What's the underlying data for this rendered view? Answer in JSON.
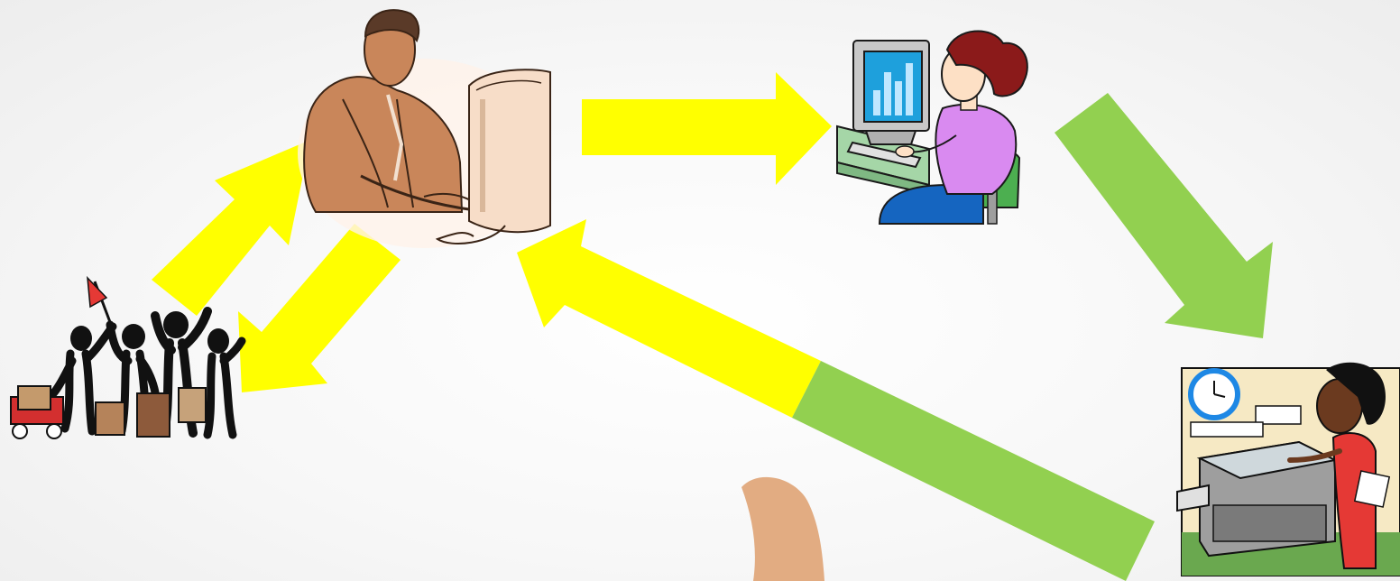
{
  "diagram": {
    "colors": {
      "yellow_arrow": "#FFFF00",
      "green_arrow": "#92D050",
      "skin_tan": "#E2AC82"
    },
    "nodes": [
      {
        "id": "group-of-workers",
        "icon": "people-with-luggage-icon"
      },
      {
        "id": "manager-at-computer",
        "icon": "businessman-computer-icon"
      },
      {
        "id": "clerk-at-computer",
        "icon": "woman-computer-icon"
      },
      {
        "id": "office-worker-copier",
        "icon": "woman-copier-icon"
      }
    ],
    "edges": [
      {
        "from": "group-of-workers",
        "to": "manager-at-computer",
        "color": "yellow"
      },
      {
        "from": "manager-at-computer",
        "to": "group-of-workers",
        "color": "yellow"
      },
      {
        "from": "manager-at-computer",
        "to": "clerk-at-computer",
        "color": "yellow"
      },
      {
        "from": "clerk-at-computer",
        "to": "office-worker-copier",
        "color": "green"
      },
      {
        "from": "office-worker-copier",
        "to": "manager-at-computer",
        "color": "yellow-green"
      }
    ]
  }
}
